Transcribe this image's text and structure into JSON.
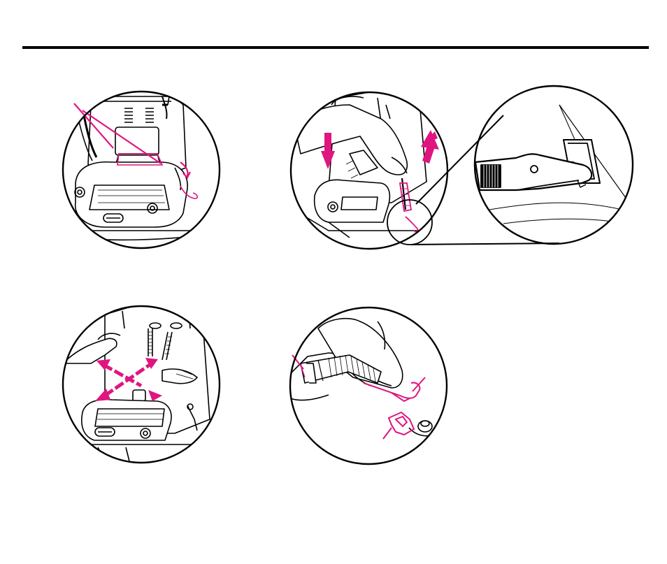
{
  "colors": {
    "ink": "#000000",
    "accent": "#e0157f",
    "paper": "#ffffff"
  },
  "panels": [
    {
      "id": "step-1",
      "icon": "car-seat-harness-slots-icon"
    },
    {
      "id": "step-2",
      "icon": "car-seat-push-pull-icon"
    },
    {
      "id": "step-2-detail",
      "icon": "latch-hook-closeup-icon"
    },
    {
      "id": "step-3",
      "icon": "car-seat-shake-test-icon"
    },
    {
      "id": "step-4",
      "icon": "latch-connector-attach-icon"
    }
  ]
}
